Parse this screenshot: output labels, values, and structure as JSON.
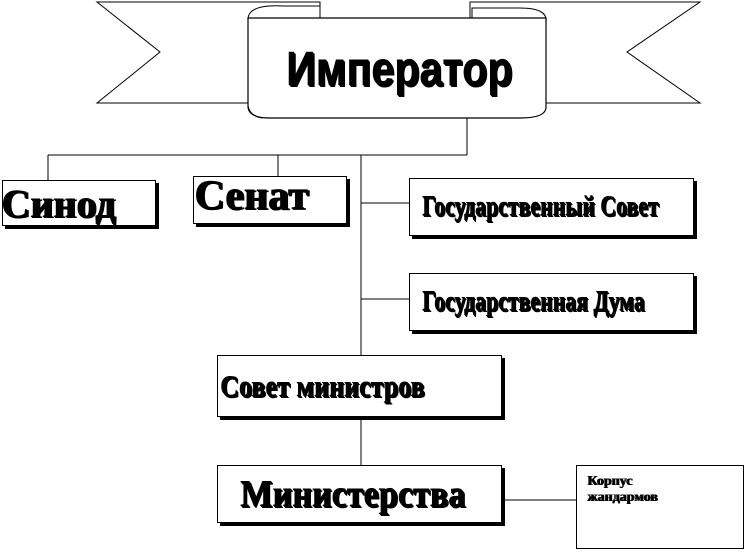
{
  "title": "Император",
  "nodes": {
    "sinod": "Синод",
    "senat": "Сенат",
    "gossovet": "Государственный Совет",
    "gosduma": "Государственная Дума",
    "sovmin": "Совет министров",
    "minist": "Министерства",
    "korpus": "Корпус жандармов"
  },
  "colors": {
    "line": "#000000",
    "box_fill": "#ffffff",
    "shadow": "#000000"
  }
}
